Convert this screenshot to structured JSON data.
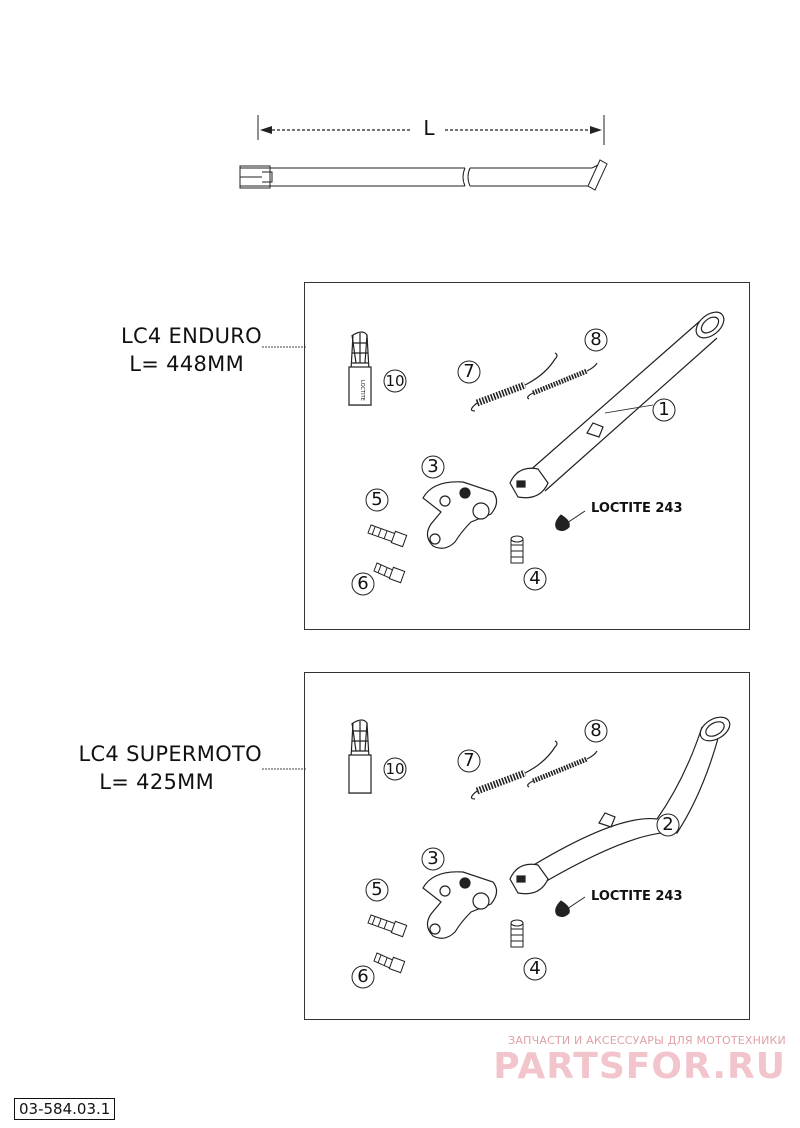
{
  "top_diagram": {
    "dimension_label": "L"
  },
  "sections": [
    {
      "title_line1": "LC4 ENDURO",
      "title_line2": "L= 448MM",
      "loctite_label": "LOCTITE 243",
      "stand_number": "1"
    },
    {
      "title_line1": "LC4 SUPERMOTO",
      "title_line2": "L= 425MM",
      "loctite_label": "LOCTITE 243",
      "stand_number": "2"
    }
  ],
  "part_numbers": {
    "bracket": "3",
    "stud": "4",
    "bolt_a": "5",
    "bolt_b": "6",
    "spring_a": "7",
    "spring_b": "8",
    "bottle": "10"
  },
  "bottle_text": "LOCTITE",
  "watermark": {
    "tagline": "ЗАПЧАСТИ И АКСЕССУАРЫ ДЛЯ МОТОТЕХНИКИ",
    "logo": "PARTSFOR.RU"
  },
  "diagram_code": "03-584.03.1"
}
